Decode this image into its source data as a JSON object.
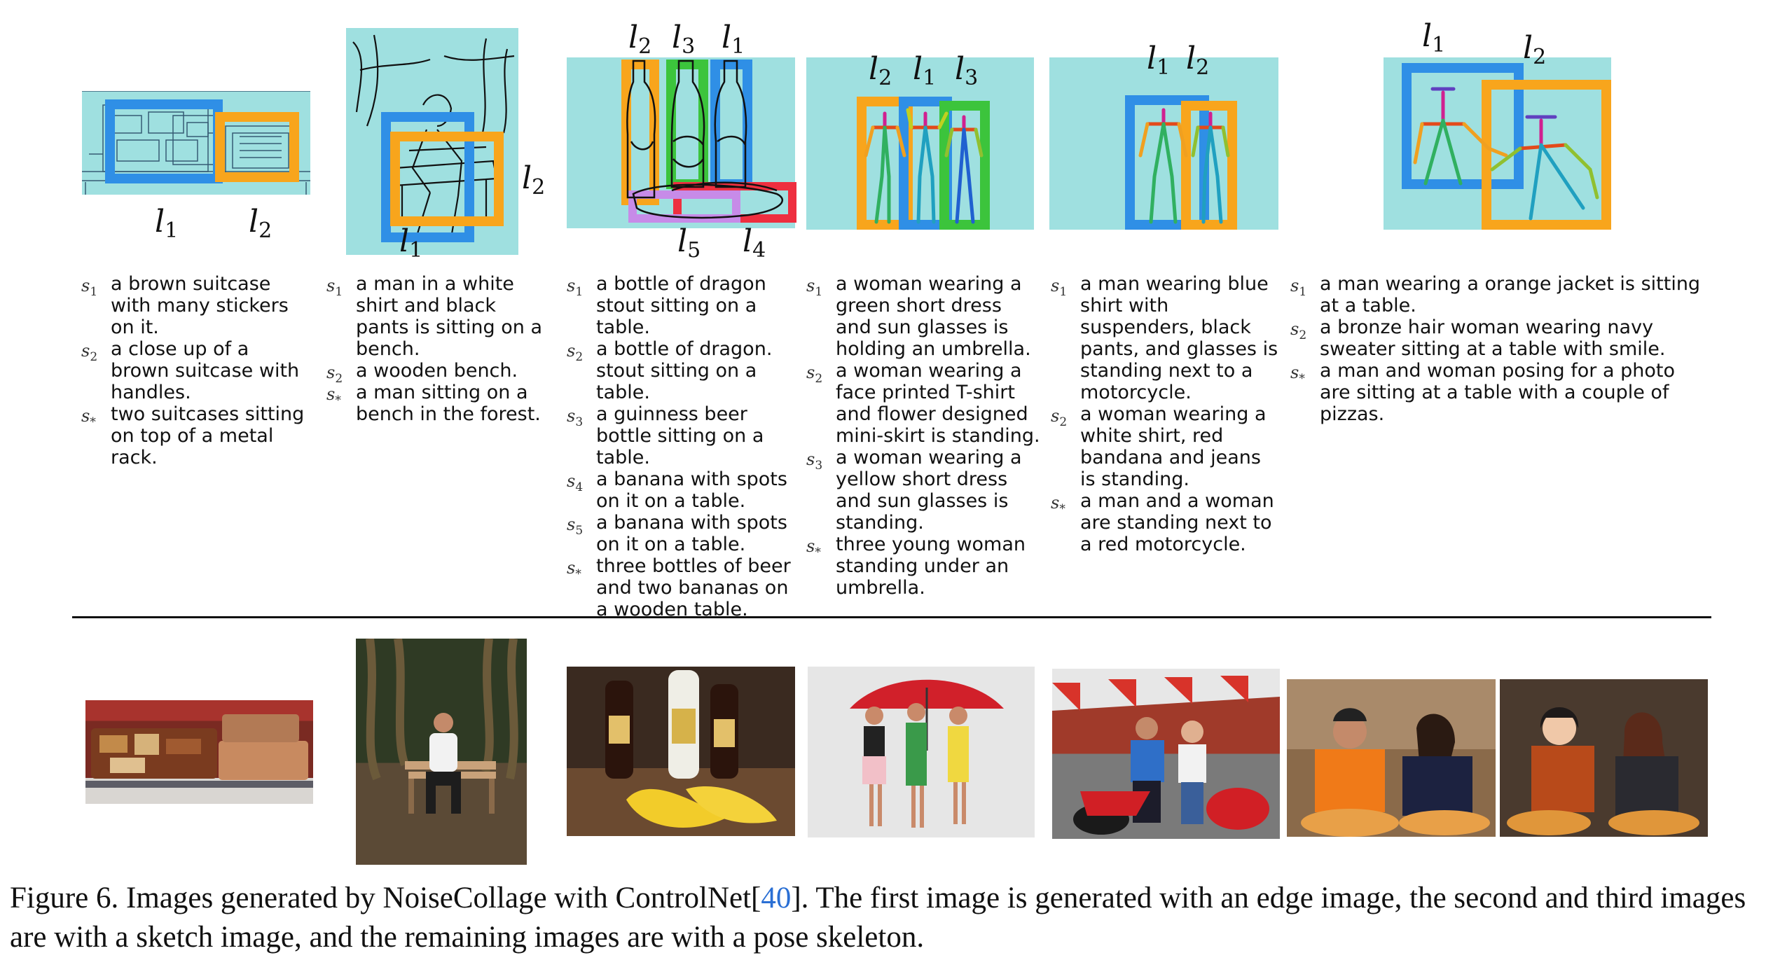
{
  "figure": {
    "caption_prefix": "Figure 6. Images generated by NoiseCollage with ControlNet[",
    "caption_ref": "40",
    "caption_suffix": "]. The first image is generated with an edge image, the second and third images are with a sketch image, and the remaining images are with a pose skeleton."
  },
  "colors": {
    "canvas": "#9fe0e0",
    "blue": "#2f8fe6",
    "orange": "#f8a51c",
    "green": "#3cc43c",
    "red": "#ee2f3f",
    "purple": "#c78be8",
    "link": "#2a6fd4"
  },
  "labels": {
    "l1": "l",
    "l2": "l",
    "l3": "l",
    "l4": "l",
    "l5": "l",
    "n1": "1",
    "n2": "2",
    "n3": "3",
    "n4": "4",
    "n5": "5",
    "s": "s",
    "star": "*"
  },
  "columns": [
    {
      "captions": [
        {
          "sub": "1",
          "text": "a brown suitcase with many stickers on it."
        },
        {
          "sub": "2",
          "text": "a close up of a brown suitcase with handles."
        },
        {
          "sub": "*",
          "text": "two suitcases sitting on top of a metal rack."
        }
      ]
    },
    {
      "captions": [
        {
          "sub": "1",
          "text": "a man in a white shirt and black pants is sitting on a bench."
        },
        {
          "sub": "2",
          "text": "a wooden bench."
        },
        {
          "sub": "*",
          "text": "a man sitting on a bench in the forest."
        }
      ]
    },
    {
      "captions": [
        {
          "sub": "1",
          "text": "a bottle of dragon stout sitting on a table."
        },
        {
          "sub": "2",
          "text": "a bottle of dragon. stout sitting on a table."
        },
        {
          "sub": "3",
          "text": "a guinness beer bottle sitting on a table."
        },
        {
          "sub": "4",
          "text": "a banana with spots on it on a table."
        },
        {
          "sub": "5",
          "text": "a banana with spots on it on a table."
        },
        {
          "sub": "*",
          "text": "three bottles of beer and two bananas on a wooden table."
        }
      ]
    },
    {
      "captions": [
        {
          "sub": "1",
          "text": "a woman wearing a green short dress and sun glasses is holding an umbrella."
        },
        {
          "sub": "2",
          "text": "a woman wearing a face printed T-shirt and flower designed mini-skirt is standing."
        },
        {
          "sub": "3",
          "text": "a woman wearing a yellow short dress and sun glasses is standing."
        },
        {
          "sub": "*",
          "text": "three young woman standing under an umbrella."
        }
      ]
    },
    {
      "captions": [
        {
          "sub": "1",
          "text": "a man wearing blue shirt with suspenders, black pants, and glasses is standing next to a motorcycle."
        },
        {
          "sub": "2",
          "text": "a woman wearing a white shirt, red bandana and jeans is standing."
        },
        {
          "sub": "*",
          "text": "a man and a woman are  standing next to a red motorcycle."
        }
      ]
    },
    {
      "captions": [
        {
          "sub": "1",
          "text": "a man wearing a orange jacket is sitting at a table."
        },
        {
          "sub": "2",
          "text": "a bronze hair woman wearing navy sweater sitting at a table with smile."
        },
        {
          "sub": "*",
          "text": "a man and woman posing for a photo are sitting at a table with a couple of pizzas."
        }
      ]
    }
  ]
}
